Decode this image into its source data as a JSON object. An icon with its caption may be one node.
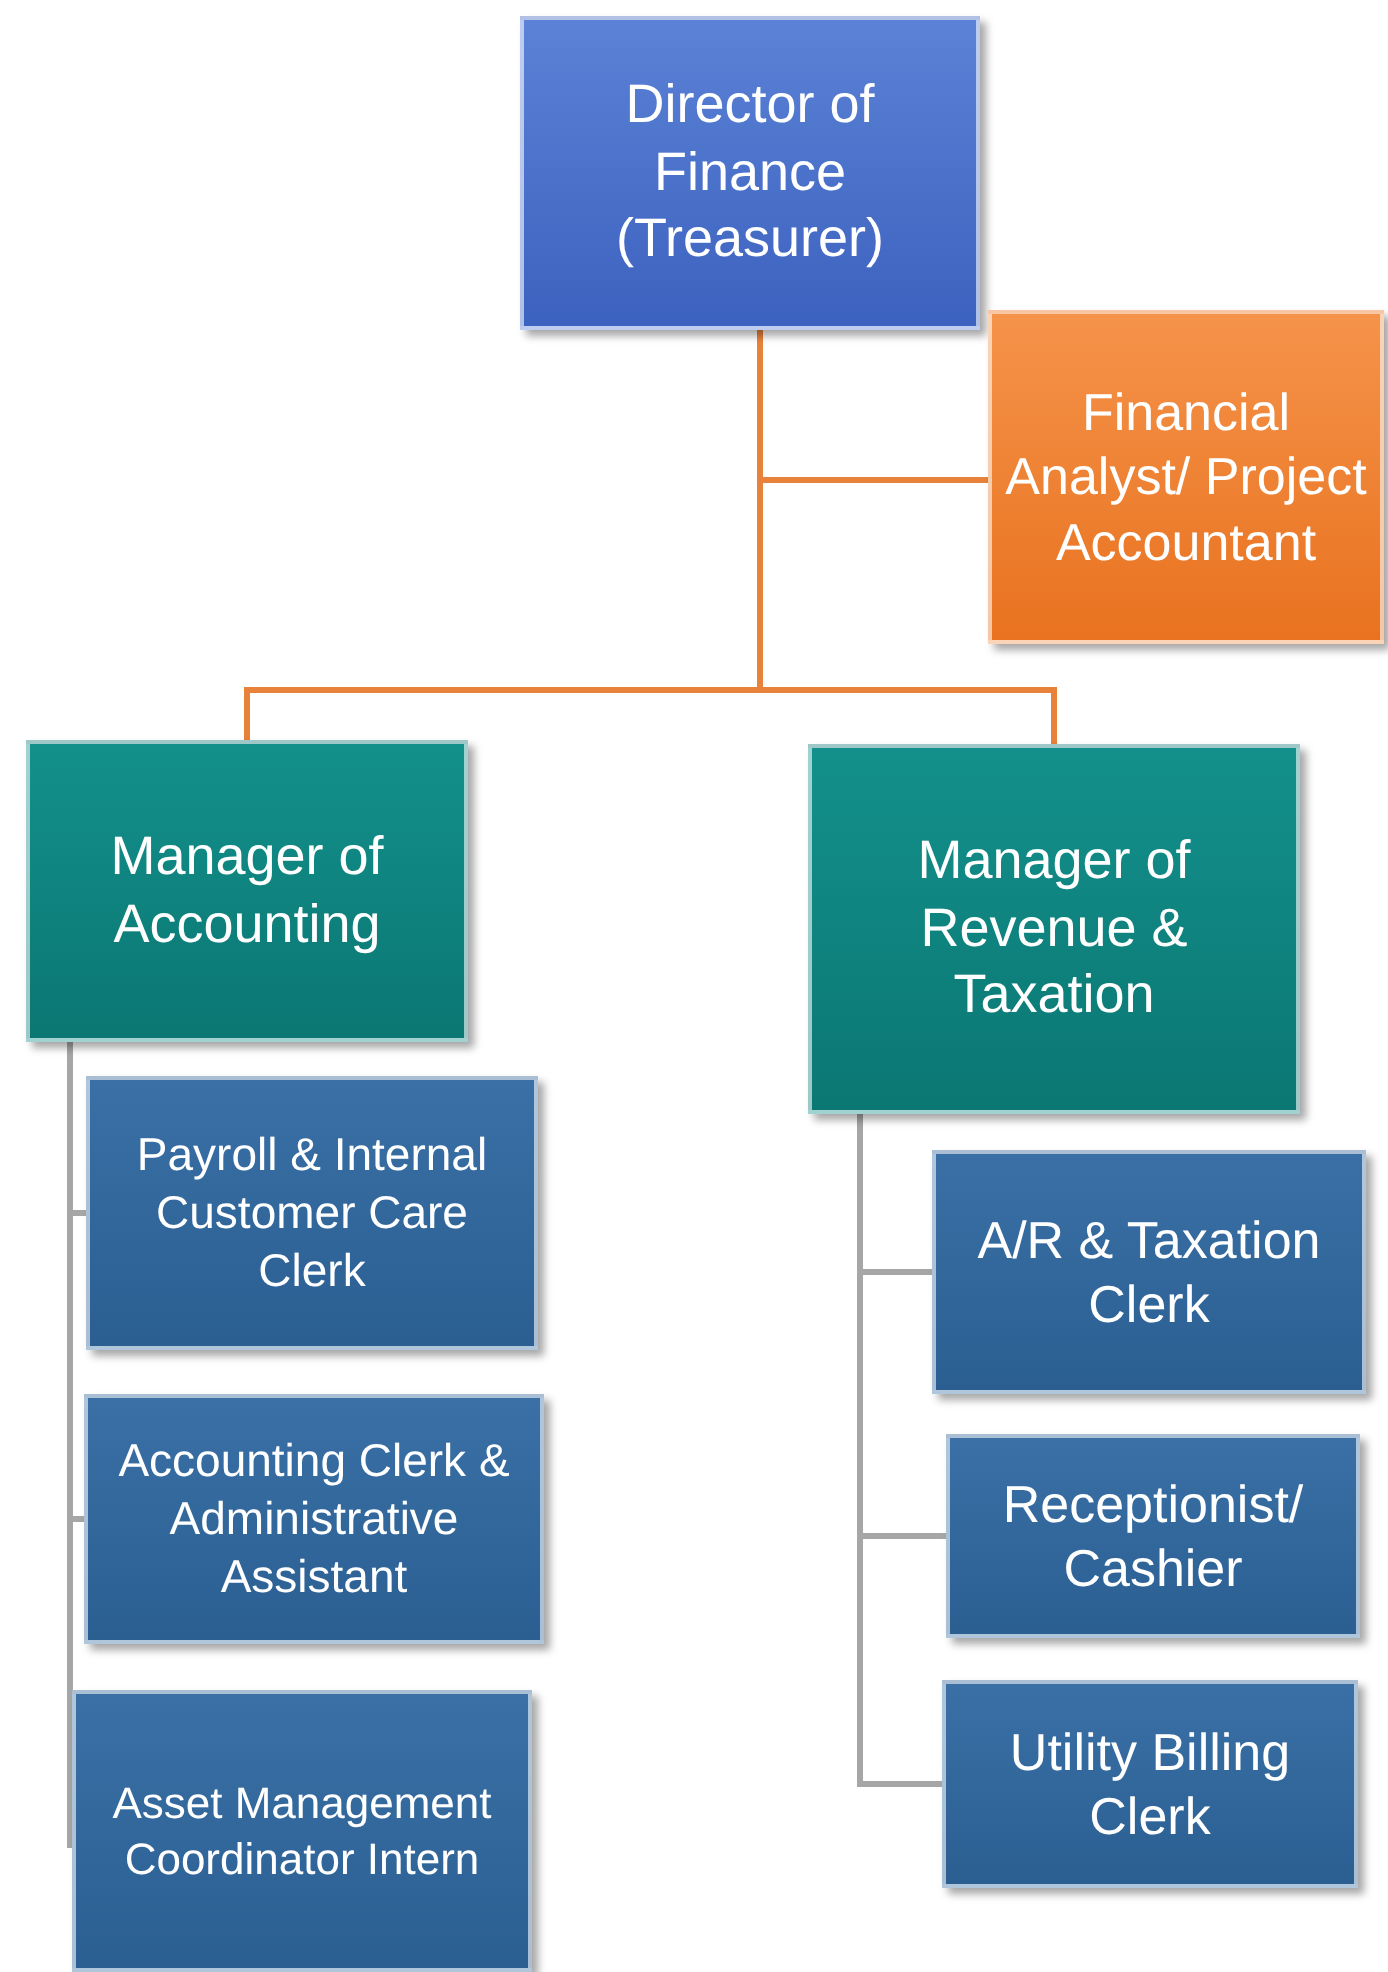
{
  "diagram": {
    "nodes": [
      {
        "text": [
          "Director of Finance (Treasurer)"
        ]
      },
      {
        "text": [
          "Financial Analyst/ Project Accountant"
        ]
      },
      {
        "text": [
          "Manager of Accounting"
        ]
      },
      {
        "text": [
          "Manager of Revenue & Taxation"
        ]
      },
      {
        "text": [
          "Payroll & Internal Customer Care Clerk"
        ]
      },
      {
        "text": [
          "Accounting Clerk & Administrative Assistant"
        ]
      },
      {
        "text": [
          "Asset Management Coordinator Intern"
        ]
      },
      {
        "text": [
          "A/R & Taxation Clerk"
        ]
      },
      {
        "text": [
          "Receptionist/ Cashier"
        ]
      },
      {
        "text": [
          "Utility Billing Clerk"
        ]
      }
    ],
    "edges": [
      {
        "from": 0,
        "to": 1,
        "arrow": "none",
        "color": "#e8823a"
      },
      {
        "from": 0,
        "to": 2,
        "arrow": "none",
        "color": "#e8823a"
      },
      {
        "from": 0,
        "to": 3,
        "arrow": "none",
        "color": "#e8823a"
      },
      {
        "from": 2,
        "to": 4,
        "arrow": "none"
      },
      {
        "from": 2,
        "to": 5,
        "arrow": "none"
      },
      {
        "from": 2,
        "to": 6,
        "arrow": "none"
      },
      {
        "from": 3,
        "to": 7,
        "arrow": "none"
      },
      {
        "from": 3,
        "to": 8,
        "arrow": "none"
      },
      {
        "from": 3,
        "to": 9,
        "arrow": "none"
      }
    ]
  }
}
